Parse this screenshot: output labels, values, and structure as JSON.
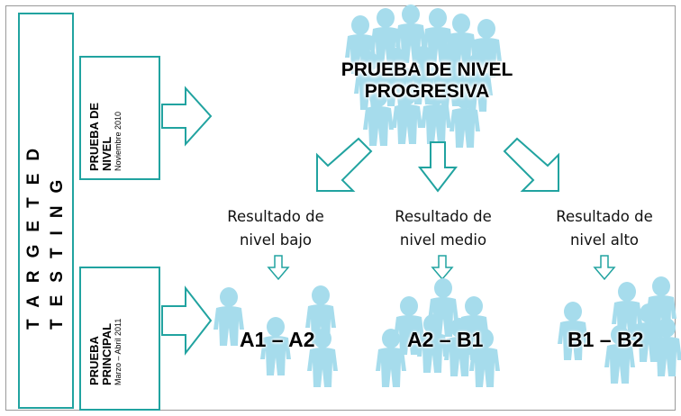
{
  "targeted_testing": {
    "line1": "TARGETED",
    "line2": "TESTING"
  },
  "stages": [
    {
      "title_line1": "PRUEBA DE",
      "title_line2": "NIVEL",
      "date": "Noviembre 2010"
    },
    {
      "title_line1": "PRUEBA",
      "title_line2": "PRINCIPAL",
      "date": "Marzo – Abril 2011"
    }
  ],
  "placement_test": {
    "line1": "PRUEBA DE NIVEL",
    "line2": "PROGRESIVA"
  },
  "results": [
    {
      "line1": "Resultado de",
      "line2": "nivel bajo",
      "level": "A1 – A2"
    },
    {
      "line1": "Resultado de",
      "line2": "nivel medio",
      "level": "A2 – B1"
    },
    {
      "line1": "Resultado de",
      "line2": "nivel alto",
      "level": "B1 – B2"
    }
  ],
  "colors": {
    "accent": "#21a3a0",
    "people": "#a6dcec",
    "people_shade": "#7cc3da"
  }
}
